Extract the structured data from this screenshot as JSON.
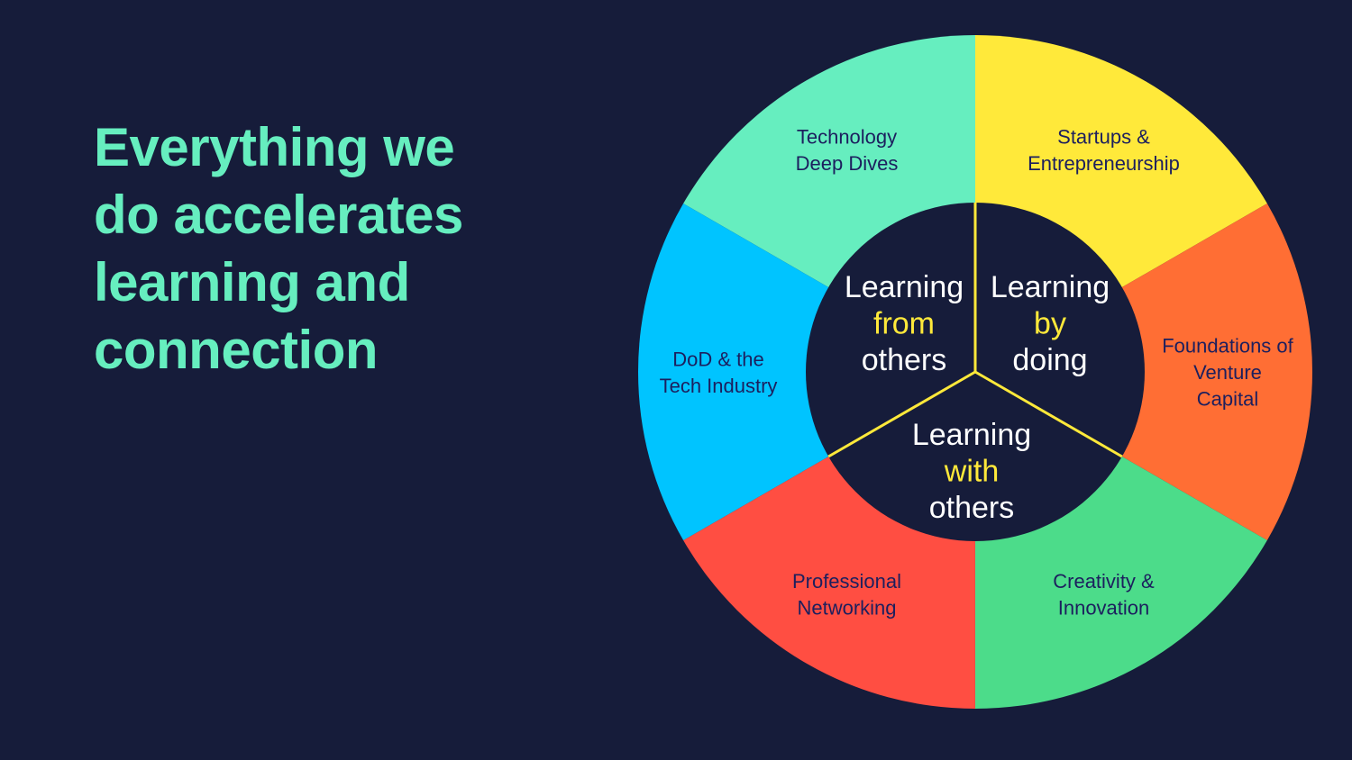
{
  "headline": {
    "lines": [
      "Everything we",
      "do accelerates",
      "learning and",
      "connection"
    ],
    "color": "#66eebf"
  },
  "diagram": {
    "segments": [
      {
        "label_lines": [
          "Technology",
          "Deep Dives"
        ],
        "color": "#66eebf"
      },
      {
        "label_lines": [
          "Startups &",
          "Entrepreneurship"
        ],
        "color": "#ffe93a"
      },
      {
        "label_lines": [
          "Foundations of",
          "Venture",
          "Capital"
        ],
        "color": "#ff6e34"
      },
      {
        "label_lines": [
          "Creativity &",
          "Innovation"
        ],
        "color": "#4cdc8a"
      },
      {
        "label_lines": [
          "Professional",
          "Networking"
        ],
        "color": "#ff4e42"
      },
      {
        "label_lines": [
          "DoD & the",
          "Tech Industry"
        ],
        "color": "#00c4ff"
      }
    ],
    "core": [
      {
        "line1": "Learning",
        "line2": "from",
        "line3": "others"
      },
      {
        "line1": "Learning",
        "line2": "by",
        "line3": "doing"
      },
      {
        "line1": "Learning",
        "line2": "with",
        "line3": "others"
      }
    ],
    "core_fill": "#161c3a",
    "divider_color": "#ffe93a",
    "label_color": "#1c1f5e",
    "highlight_color": "#ffe93a"
  }
}
